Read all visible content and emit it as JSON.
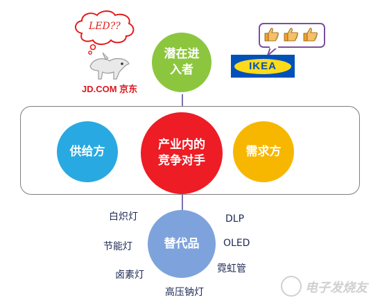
{
  "diagram": {
    "top_node": [
      "潜在进",
      "入者"
    ],
    "left_node": "供给方",
    "center_node": [
      "产业内的",
      "竞争对手"
    ],
    "right_node": "需求方",
    "bottom_node": "替代品"
  },
  "substitutes": {
    "left": [
      "白炽灯",
      "节能灯",
      "卤素灯",
      "高压钠灯"
    ],
    "right": [
      "DLP",
      "OLED",
      "霓虹管"
    ]
  },
  "entrants": {
    "speech_bubble": "LED??",
    "jd_logo": "JD.COM 京东",
    "ikea_logo": "IKEA"
  },
  "watermark": "电子发烧友",
  "colors": {
    "top": "#8cc63e",
    "side": "#29a9e1",
    "center": "#ee1c25",
    "right": "#f7b600",
    "bottom": "#7ea3dc"
  }
}
